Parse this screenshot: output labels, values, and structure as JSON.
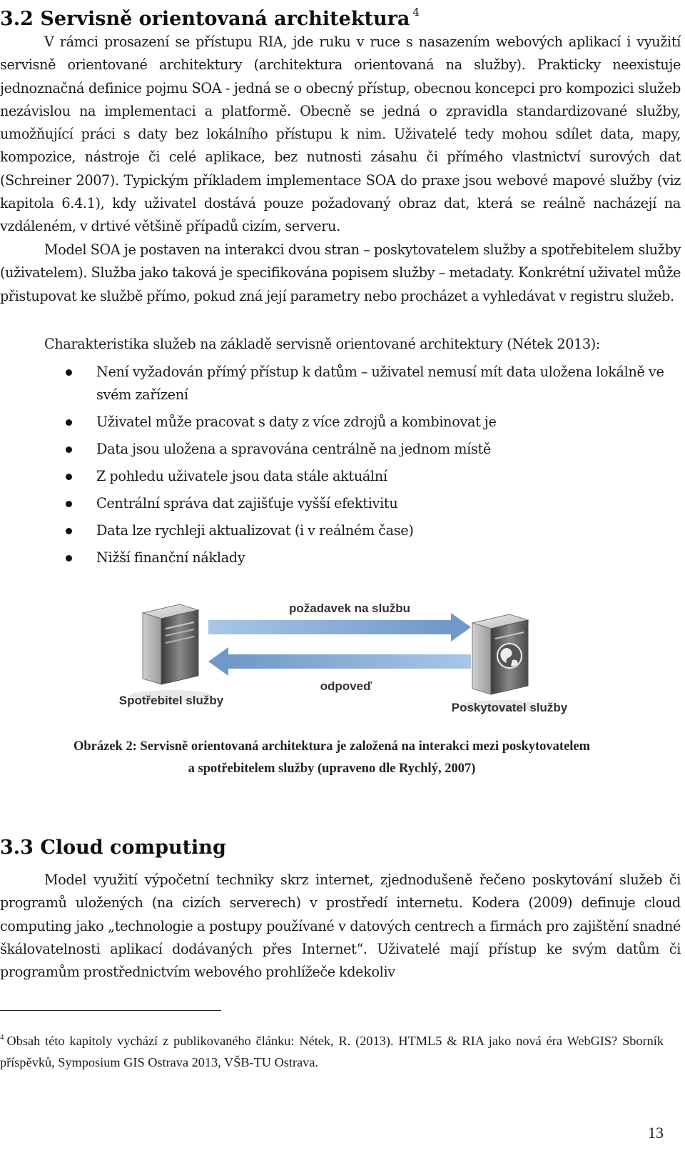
{
  "section_soa": {
    "number": "3.2",
    "title": "Servisně orientovaná architektura",
    "footnote_mark": "4"
  },
  "paragraphs_soa": [
    "V rámci prosazení se přístupu RIA, jde ruku v ruce s nasazením webových aplikací i využití servisně orientované architektury (architektura orientovaná na služby). Prakticky neexistuje jednoznačná definice pojmu SOA - jedná se o obecný přístup, obecnou koncepci pro kompozici služeb nezávislou na implementaci a platformě. Obecně se jedná o zpravidla standardizované služby, umožňující práci s daty bez lokálního přístupu k nim. Uživatelé tedy mohou sdílet data, mapy, kompozice, nástroje či celé aplikace, bez nutnosti zásahu či přímého vlastnictví surových dat (Schreiner 2007). Typickým příkladem implementace SOA do praxe jsou webové mapové služby (viz kapitola 6.4.1), kdy uživatel dostává pouze požadovaný obraz dat, která se reálně nacházejí na vzdáleném, v drtivé většině případů cizím, serveru.",
    "Model SOA je postaven na interakci dvou stran – poskytovatelem služby a spotřebitelem služby (uživatelem). Služba jako taková je specifikována popisem služby – metadaty. Konkrétní uživatel může přistupovat ke službě přímo, pokud zná její parametry nebo procházet a vyhledávat v registru služeb."
  ],
  "list_intro": "Charakteristika služeb na základě servisně orientované architektury (Nétek 2013):",
  "bullets": [
    "Není vyžadován přímý přístup k datům – uživatel nemusí mít data uložena lokálně ve svém zařízení",
    "Uživatel může pracovat s daty z více zdrojů a kombinovat je",
    "Data jsou uložena a spravována centrálně na jednom místě",
    "Z pohledu uživatele jsou data stále aktuální",
    "Centrální správa dat zajišťuje vyšší efektivitu",
    "Data lze rychleji aktualizovat (i v reálném čase)",
    "Nižší finanční náklady"
  ],
  "figure": {
    "request_label": "požadavek na službu",
    "response_label": "odpoveď",
    "consumer_label": "Spotřebitel služby",
    "provider_label": "Poskytovatel služby",
    "caption_line1": "Obrázek 2: Servisně orientovaná architektura je založená na interakci mezi poskytovatelem",
    "caption_line2": "a spotřebitelem služby (upraveno dle Rychlý, 2007)"
  },
  "section_cloud": {
    "number": "3.3",
    "title": "Cloud computing"
  },
  "paragraph_cloud": "Model využití výpočetní techniky skrz internet, zjednodušeně řečeno poskytování služeb či programů uložených (na cizích serverech) v prostředí internetu. Kodera (2009) definuje cloud computing jako „technologie a postupy používané v datových centrech a firmách pro zajištění snadné škálovatelnosti aplikací dodávaných přes Internet“. Uživatelé mají přístup ke svým datům či programům prostřednictvím webového prohlížeče kdekoliv",
  "footnote": {
    "mark": "4",
    "text": "Obsah této kapitoly vychází z publikovaného článku: Nétek, R. (2013). HTML5 & RIA jako nová éra WebGIS? Sborník příspěvků, Symposium GIS Ostrava 2013, VŠB-TU Ostrava."
  },
  "page_number": "13"
}
